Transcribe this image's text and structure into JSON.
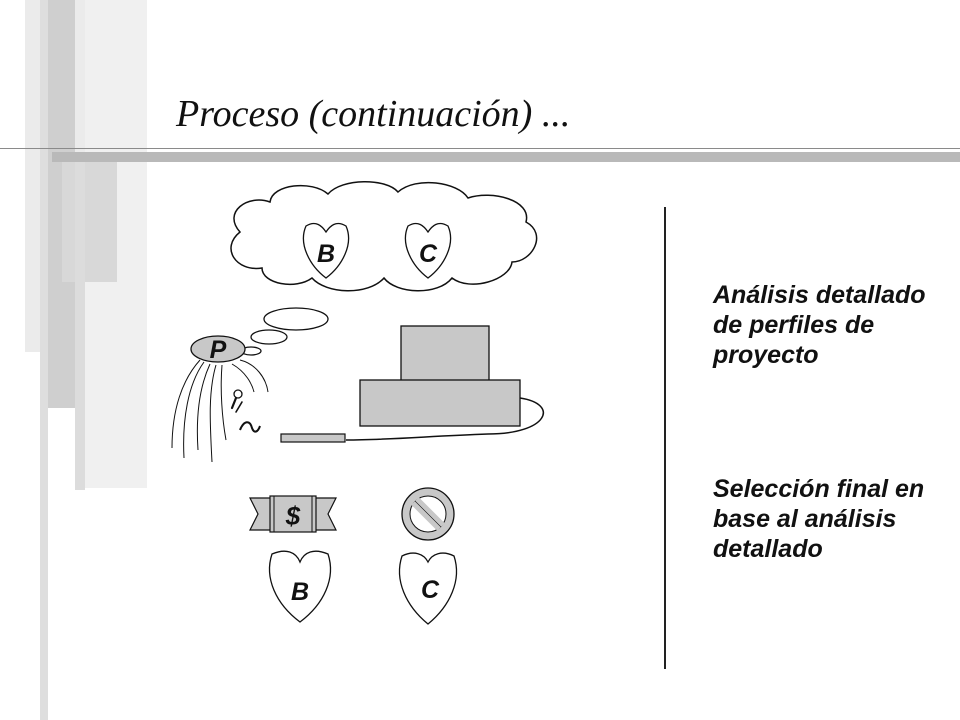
{
  "slide": {
    "title": "Proceso (continuación) ..."
  },
  "illustration": {
    "thought_labels": [
      "B",
      "C"
    ],
    "person_label": "P",
    "money_symbol": "$",
    "selected_label": "B",
    "rejected_label": "C"
  },
  "panel": {
    "step_1": "Análisis detallado de perfiles de proyecto",
    "step_2": "Selección final en base al análisis detallado"
  },
  "colors": {
    "sidebar_dark": "#cdcdcd",
    "sidebar_light": "#e9e9e9",
    "rule": "#b9b9b9",
    "ink": "#111111",
    "shape_fill": "#c8c8c8"
  }
}
